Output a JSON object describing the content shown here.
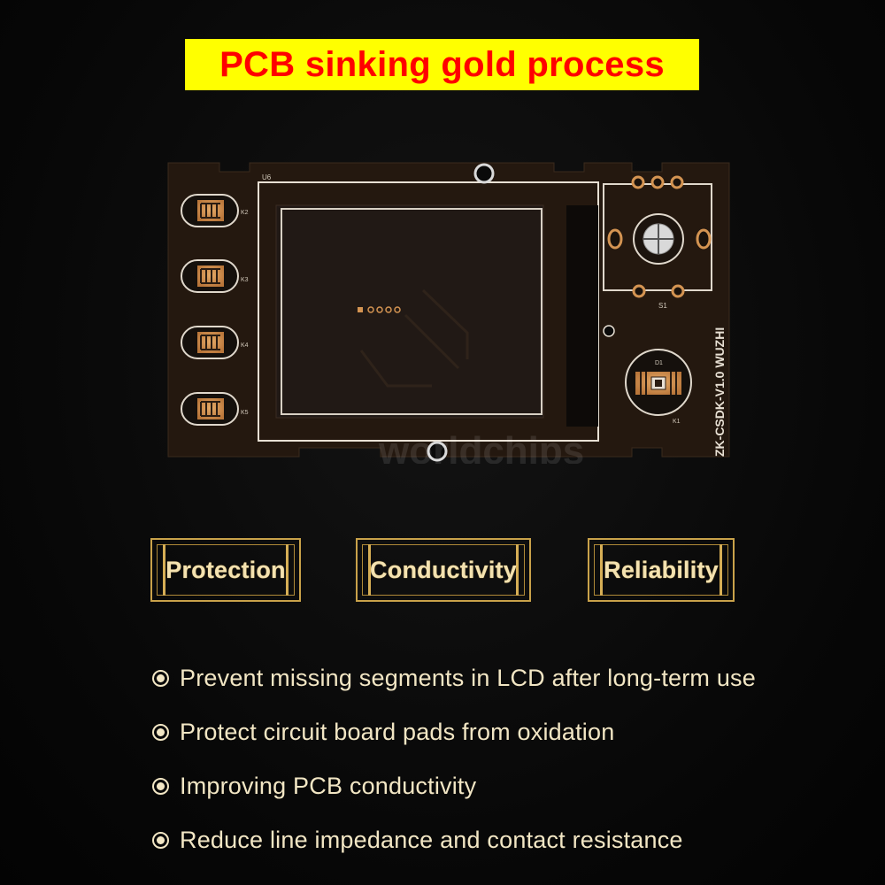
{
  "title": "PCB sinking gold process",
  "pcb": {
    "silkscreen_ref_lcd": "U6",
    "silkscreen_keys": [
      "K2",
      "K3",
      "K4",
      "K5"
    ],
    "silkscreen_encoder": "S1",
    "silkscreen_led": "D1",
    "silkscreen_key1": "K1",
    "board_name": "ZK-CSDK-V1.0 WUZHI",
    "watermark": "worldchips"
  },
  "features": {
    "badges": [
      "Protection",
      "Conductivity",
      "Reliability"
    ],
    "bullets": [
      "Prevent missing segments in LCD after long-term use",
      "Protect circuit board pads from oxidation",
      "Improving PCB conductivity",
      "Reduce line impedance and contact resistance"
    ]
  },
  "colors": {
    "banner_bg": "#ffff00",
    "title_text": "#ff0000",
    "background": "#070707",
    "pcb_board": "#24180f",
    "gold_pad": "#d49452",
    "badge_gold": "#c9a24a",
    "bullet_text": "#f2e6c4"
  }
}
